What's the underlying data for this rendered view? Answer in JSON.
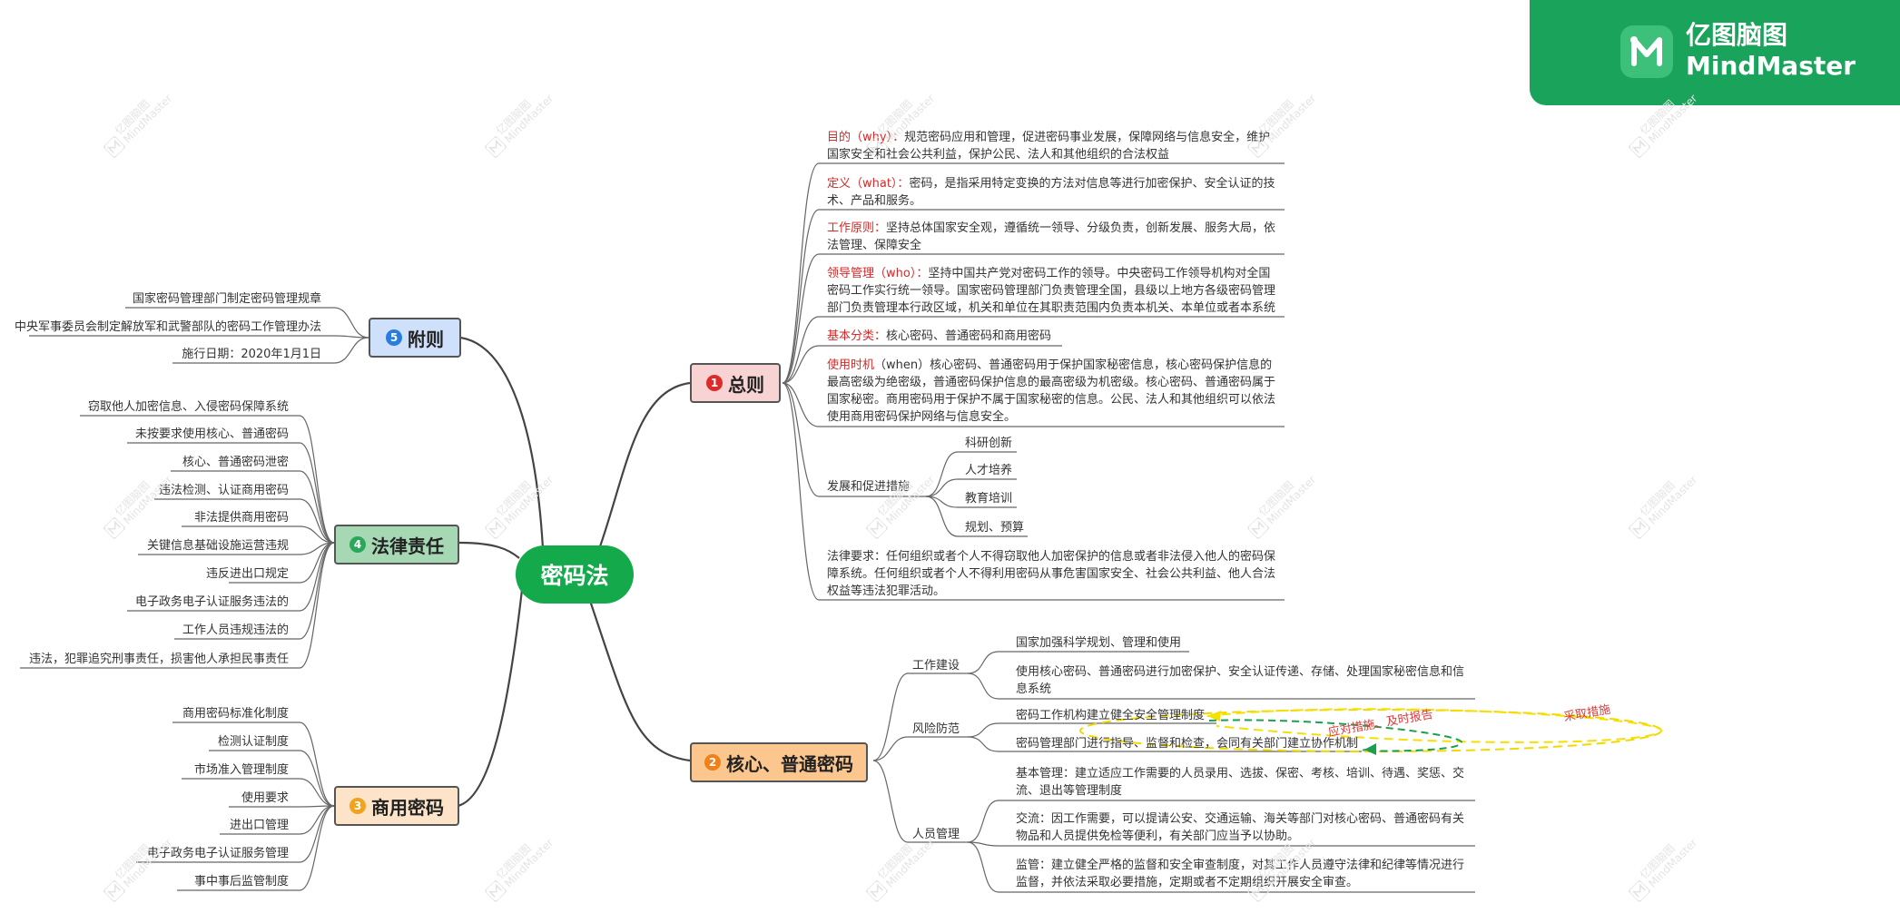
{
  "center": "密码法",
  "brand": {
    "cn": "亿图脑图",
    "en": "MindMaster",
    "color": "#1aa35a",
    "watermark": "亿图脑图 MindMaster"
  },
  "branches": {
    "general": {
      "num": "1",
      "label": "总则",
      "color": "#f8d3d3",
      "badge": "#e02a2a"
    },
    "core": {
      "num": "2",
      "label": "核心、普通密码",
      "color": "#fbc78f",
      "badge": "#f0801a"
    },
    "commercial": {
      "num": "3",
      "label": "商用密码",
      "color": "#fde3c7",
      "badge": "#f3a21d"
    },
    "legal": {
      "num": "4",
      "label": "法律责任",
      "color": "#a6d8b4",
      "badge": "#2aa85a"
    },
    "appendix": {
      "num": "5",
      "label": "附则",
      "color": "#cfe0fb",
      "badge": "#2a7de0"
    }
  },
  "general": {
    "purpose": {
      "key": "目的（why）：",
      "text": "规范密码应用和管理，促进密码事业发展，保障网络与信息安全，维护国家安全和社会公共利益，保护公民、法人和其他组织的合法权益"
    },
    "definition": {
      "key": "定义（what）：",
      "text": "密码，是指采用特定变换的方法对信息等进行加密保护、安全认证的技术、产品和服务。"
    },
    "principle": {
      "key": "工作原则：",
      "text": "坚持总体国家安全观，遵循统一领导、分级负责，创新发展、服务大局，依法管理、保障安全"
    },
    "leadership": {
      "key": "领导管理（who）：",
      "text": "坚持中国共产党对密码工作的领导。中央密码工作领导机构对全国密码工作实行统一领导。国家密码管理部门负责管理全国，县级以上地方各级密码管理部门负责管理本行政区域，机关和单位在其职责范围内负责本机关、本单位或者本系统"
    },
    "classification": {
      "key": "基本分类：",
      "text": "核心密码、普通密码和商用密码"
    },
    "usage": {
      "key": "使用时机",
      "text": "（when）核心密码、普通密码用于保护国家秘密信息，核心密码保护信息的最高密级为绝密级，普通密码保护信息的最高密级为机密级。核心密码、普通密码属于国家秘密。商用密码用于保护不属于国家秘密的信息。公民、法人和其他组织可以依法使用商用密码保护网络与信息安全。"
    },
    "development": {
      "label": "发展和促进措施",
      "items": [
        "科研创新",
        "人才培养",
        "教育培训",
        "规划、预算"
      ]
    },
    "legal_req": "法律要求：任何组织或者个人不得窃取他人加密保护的信息或者非法侵入他人的密码保障系统。任何组织或者个人不得利用密码从事危害国家安全、社会公共利益、他人合法权益等违法犯罪活动。"
  },
  "core": {
    "work": {
      "label": "工作建设",
      "items": [
        "国家加强科学规划、管理和使用",
        "使用核心密码、普通密码进行加密保护、安全认证传递、存储、处理国家秘密信息和信息系统"
      ]
    },
    "risk": {
      "label": "风险防范",
      "items": [
        "密码工作机构建立健全安全管理制度",
        "密码管理部门进行指导、监督和检查，会同有关部门建立协作机制"
      ]
    },
    "personnel": {
      "label": "人员管理",
      "items": [
        "基本管理：建立适应工作需要的人员录用、选拔、保密、考核、培训、待遇、奖惩、交流、退出等管理制度",
        "交流：因工作需要，可以提请公安、交通运输、海关等部门对核心密码、普通密码有关物品和人员提供免检等便利，有关部门应当予以协助。",
        "监管：建立健全严格的监督和安全审查制度，对其工作人员遵守法律和纪律等情况进行监督，并依法采取必要措施，定期或者不定期组织开展安全审查。"
      ]
    },
    "arrows": {
      "outer": "采取措施",
      "inner": "应对措施、及时报告"
    }
  },
  "commercial_items": [
    "商用密码标准化制度",
    "检测认证制度",
    "市场准入管理制度",
    "使用要求",
    "进出口管理",
    "电子政务电子认证服务管理",
    "事中事后监管制度"
  ],
  "legal_items": [
    "窃取他人加密信息、入侵密码保障系统",
    "未按要求使用核心、普通密码",
    "核心、普通密码泄密",
    "违法检测、认证商用密码",
    "非法提供商用密码",
    "关键信息基础设施运营违规",
    "违反进出口规定",
    "电子政务电子认证服务违法的",
    "工作人员违规违法的",
    "违法，犯罪追究刑事责任，损害他人承担民事责任"
  ],
  "appendix_items": [
    "国家密码管理部门制定密码管理规章",
    "中央军事委员会制定解放军和武警部队的密码工作管理办法",
    "施行日期：2020年1月1日"
  ]
}
